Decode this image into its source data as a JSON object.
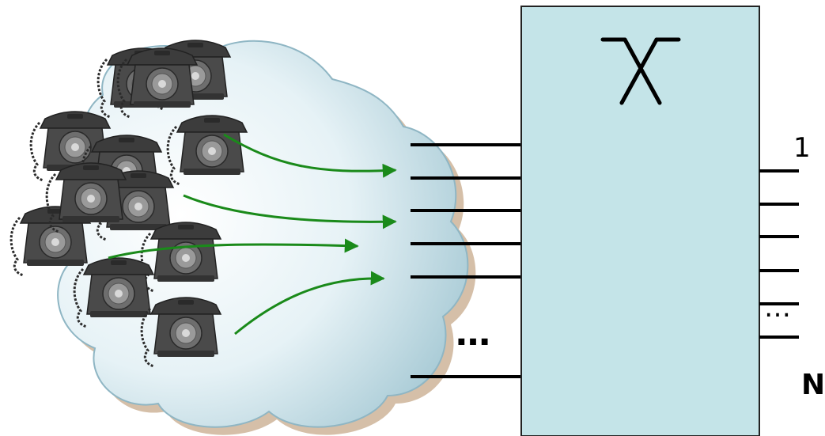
{
  "switch_symbol": "X",
  "inputs_ellipsis": "…",
  "outputs_ellipsis": "…",
  "output_first_label": "1",
  "output_last_label": "N",
  "colors": {
    "switch_fill": "#c4e4e8",
    "switch_stroke": "#222222",
    "line": "#000000",
    "arrow": "#1a8a1a",
    "cloud_edge": "#8fb6c4",
    "cloud_center": "#ffffff",
    "phone_body": "#4a4a4a"
  },
  "icons": [
    "cloud-icon",
    "telephone-icon",
    "arrow-icon",
    "switch-icon"
  ],
  "phone_count": 12,
  "input_line_count": 6,
  "output_line_count": 6,
  "arrow_count": 4
}
